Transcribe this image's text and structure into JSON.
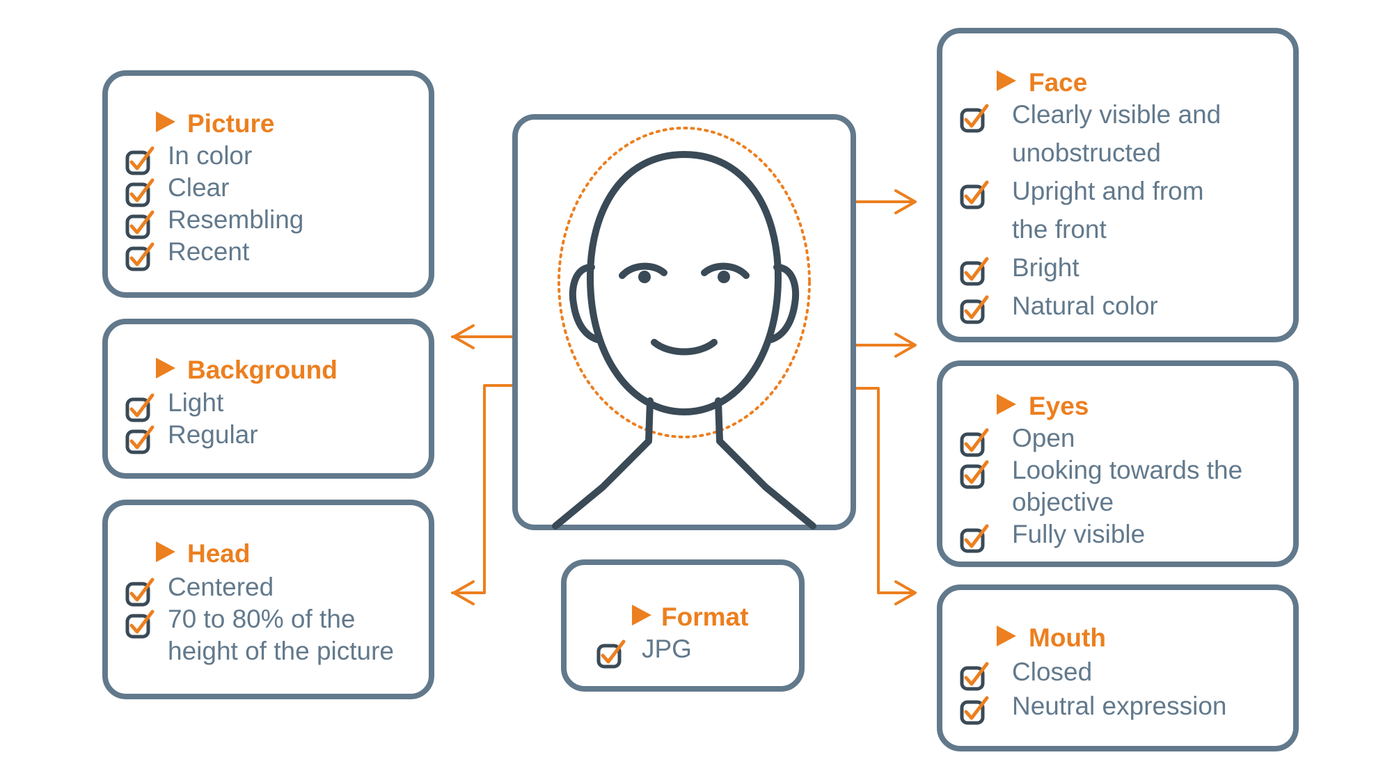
{
  "colors": {
    "accent": "#ec7f1f",
    "frame": "#62798c",
    "face_line": "#3a4a56",
    "text": "#62798c"
  },
  "icons": {
    "check": "check-box-icon",
    "bullet": "triangle-bullet-icon"
  },
  "cards": {
    "picture": {
      "title": "Picture",
      "items": [
        "In color",
        "Clear",
        "Resembling",
        "Recent"
      ]
    },
    "background": {
      "title": "Background",
      "items": [
        "Light",
        "Regular"
      ]
    },
    "head": {
      "title": "Head",
      "items": [
        "Centered",
        "70 to 80% of the",
        "height of the picture"
      ]
    },
    "format": {
      "title": "Format",
      "items": [
        "JPG"
      ]
    },
    "face": {
      "title": "Face",
      "items": [
        "Clearly visible and",
        "unobstructed",
        "Upright and from",
        "the front",
        "Bright",
        "Natural color"
      ]
    },
    "eyes": {
      "title": "Eyes",
      "items": [
        "Open",
        "Looking towards the",
        "objective",
        "Fully visible"
      ]
    },
    "mouth": {
      "title": "Mouth",
      "items": [
        "Closed",
        "Neutral expression"
      ]
    }
  }
}
